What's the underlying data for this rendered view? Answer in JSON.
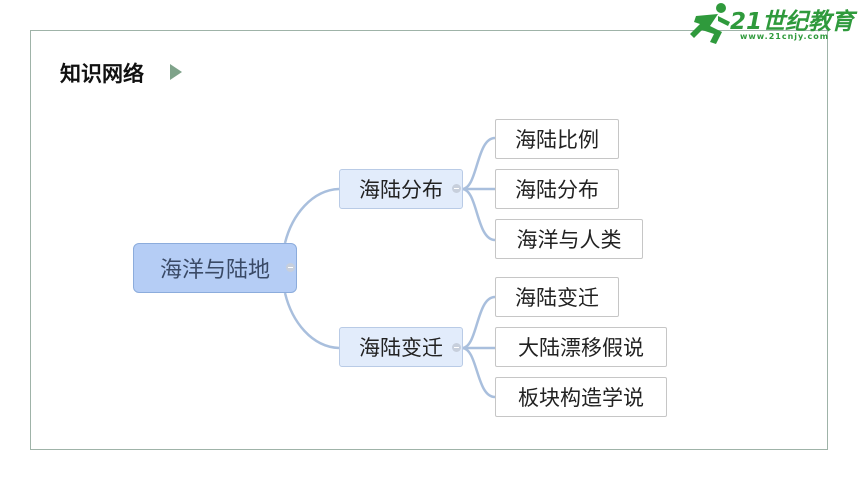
{
  "header": {
    "title": "知识网络"
  },
  "logo": {
    "brand": "21世纪教育",
    "url": "www.21cnjy.com",
    "color": "#2f9a3c"
  },
  "mindmap": {
    "root": "海洋与陆地",
    "branches": [
      {
        "label": "海陆分布",
        "children": [
          "海陆比例",
          "海陆分布",
          "海洋与人类"
        ]
      },
      {
        "label": "海陆变迁",
        "children": [
          "海陆变迁",
          "大陆漂移假说",
          "板块构造学说"
        ]
      }
    ]
  },
  "colors": {
    "root_fill": "#b5cdf5",
    "branch_fill": "#e2ecfb",
    "connector": "#a9bfdd",
    "accent_arrow": "#7fa38a"
  }
}
